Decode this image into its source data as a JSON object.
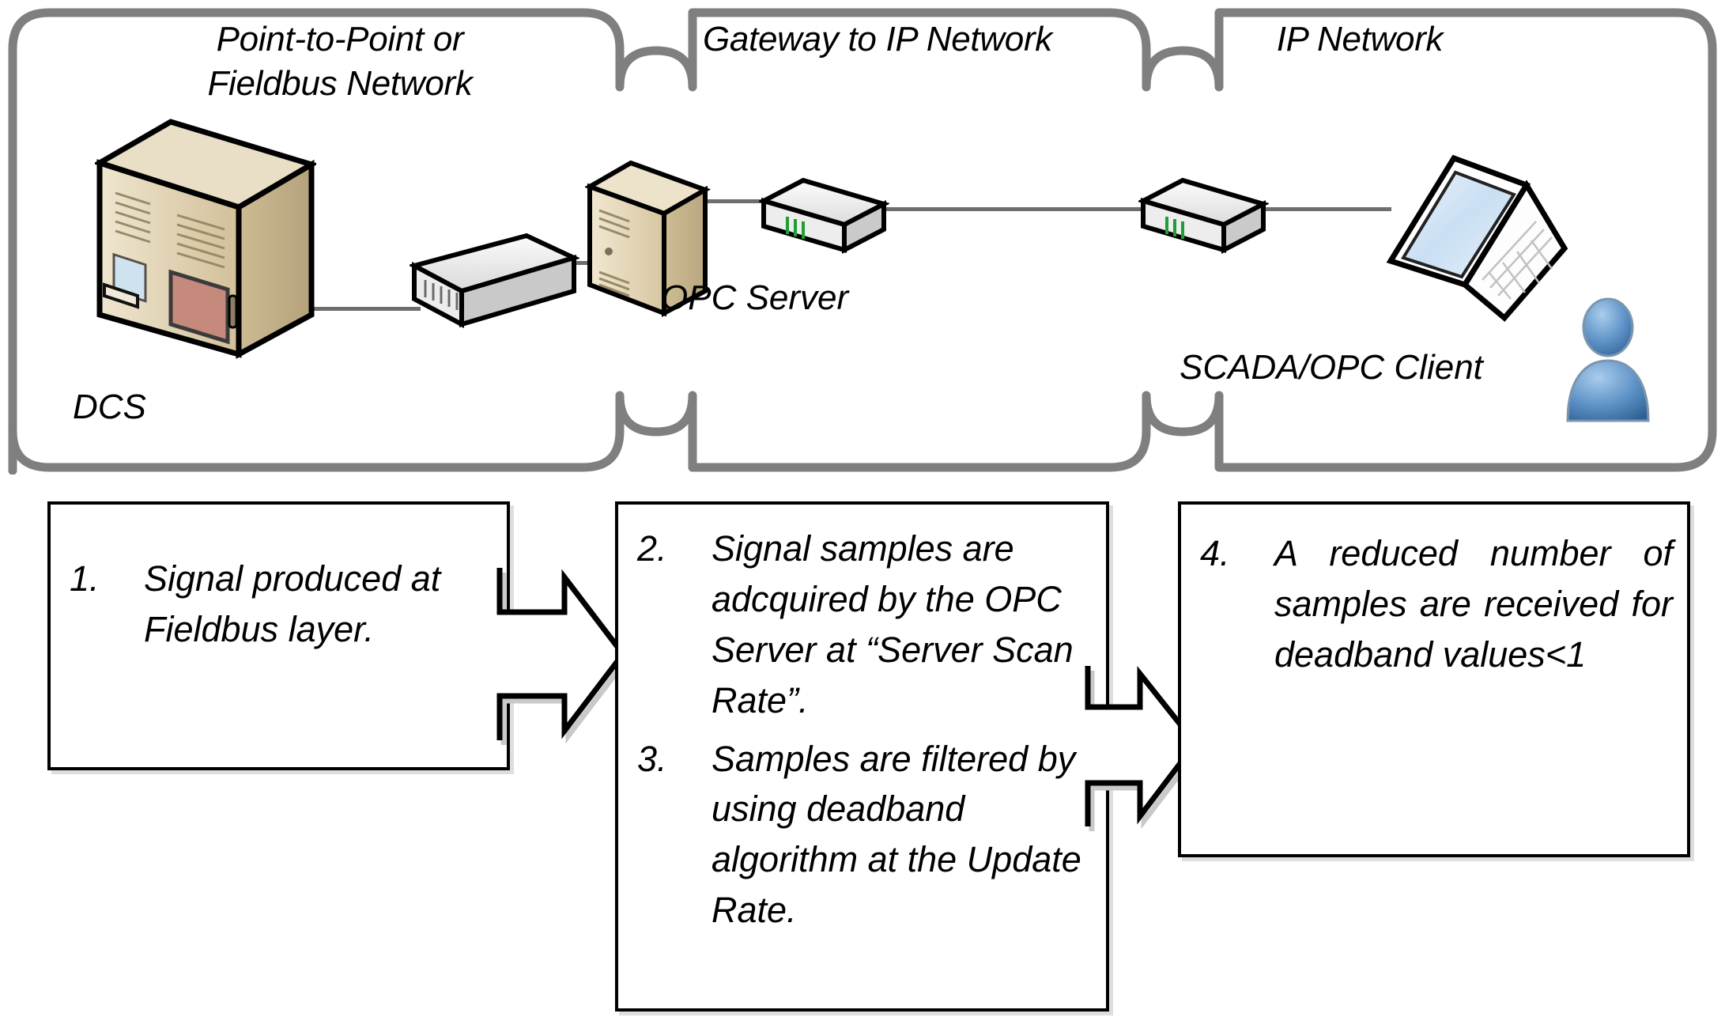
{
  "network": {
    "zones": [
      {
        "id": "fieldbus",
        "title": "Point-to-Point or\nFieldbus Network"
      },
      {
        "id": "gateway",
        "title": "Gateway to IP Network"
      },
      {
        "id": "ip",
        "title": "IP Network"
      }
    ],
    "devices": [
      {
        "id": "dcs",
        "label": "DCS",
        "icon": "dcs-cabinet-icon"
      },
      {
        "id": "switch",
        "label": "",
        "icon": "network-switch-icon"
      },
      {
        "id": "opc-server",
        "label": "OPC Server",
        "icon": "server-tower-icon"
      },
      {
        "id": "router-a",
        "label": "",
        "icon": "router-icon"
      },
      {
        "id": "router-b",
        "label": "",
        "icon": "router-icon"
      },
      {
        "id": "laptop",
        "label": "SCADA/OPC Client",
        "icon": "laptop-icon"
      },
      {
        "id": "user",
        "label": "",
        "icon": "user-avatar-icon"
      }
    ]
  },
  "steps": {
    "box1": [
      {
        "num": "1.",
        "text": "Signal produced at Fieldbus layer."
      }
    ],
    "box2": [
      {
        "num": "2.",
        "text": "Signal samples are adcquired  by the OPC Server at “Server Scan Rate”."
      },
      {
        "num": "3.",
        "text": "Samples are filtered by using deadband algorithm at the Update Rate."
      }
    ],
    "box3": [
      {
        "num": "4.",
        "text": "A reduced number of samples are received for deadband values<1"
      }
    ]
  },
  "colors": {
    "brace_stroke": "#7f7f7f",
    "box_border": "#000000",
    "link_line": "#6e6e6e",
    "server_beige": "#d9c9a3",
    "router_grey": "#e8e8e8",
    "avatar_blue": "#5b8fc9",
    "led_green": "#22aa33"
  }
}
